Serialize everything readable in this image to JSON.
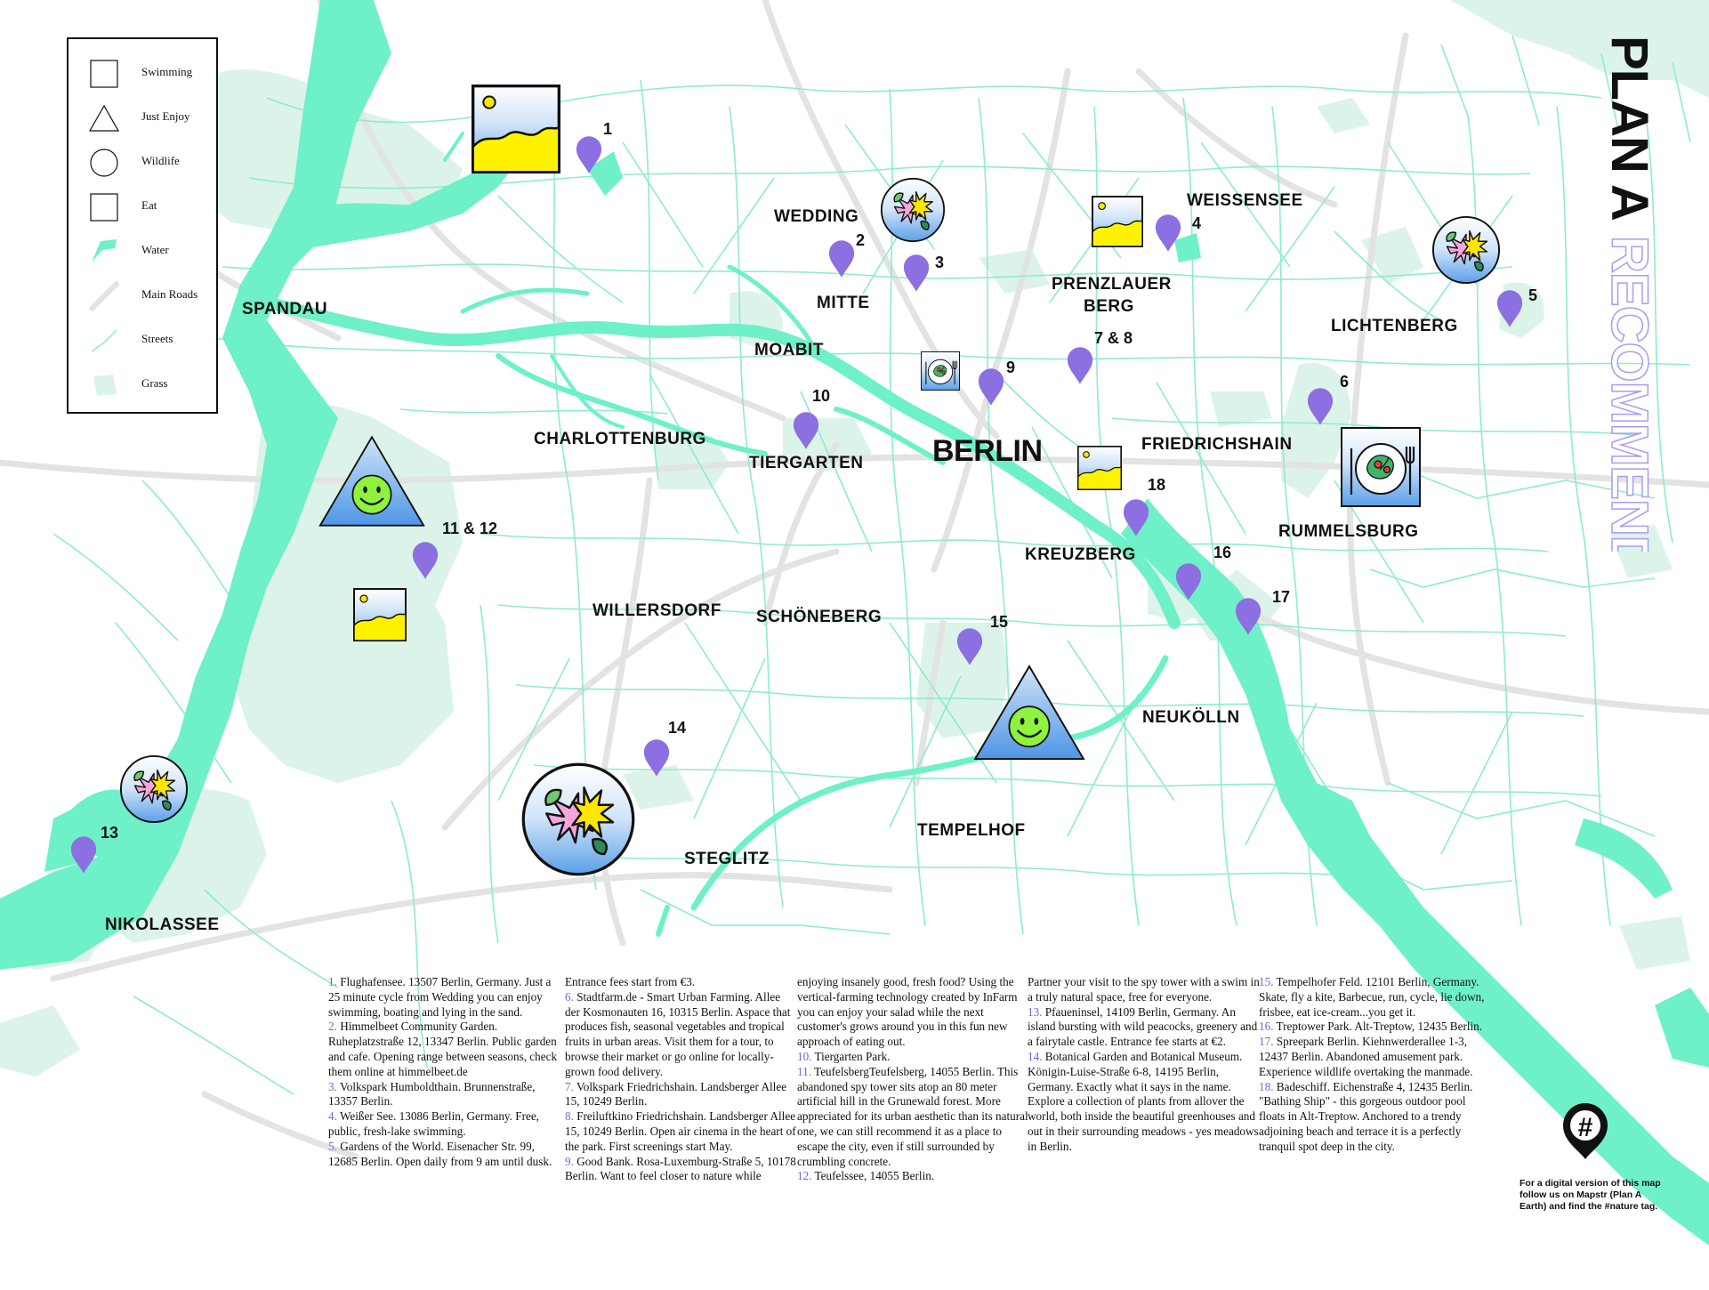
{
  "brand": {
    "name": "PLAN A",
    "tagline": "RECOMMENDS"
  },
  "legend": [
    {
      "label": "Swimming",
      "icon": "swimming-icon"
    },
    {
      "label": "Just Enjoy",
      "icon": "just-enjoy-icon"
    },
    {
      "label": "Wildlife",
      "icon": "wildlife-icon"
    },
    {
      "label": "Eat",
      "icon": "eat-icon"
    },
    {
      "label": "Water",
      "icon": "water-icon"
    },
    {
      "label": "Main Roads",
      "icon": "main-roads-icon"
    },
    {
      "label": "Streets",
      "icon": "streets-icon"
    },
    {
      "label": "Grass",
      "icon": "grass-icon"
    }
  ],
  "city": "BERLIN",
  "districts": [
    "SPANDAU",
    "WEDDING",
    "MITTE",
    "MOABIT",
    "WEISSENSEE",
    "PRENZLAUER",
    "BERG",
    "LICHTENBERG",
    "CHARLOTTENBURG",
    "TIERGARTEN",
    "FRIEDRICHSHAIN",
    "RUMMELSBURG",
    "KREUZBERG",
    "WILLERSDORF",
    "SCHÖNEBERG",
    "NEUKÖLLN",
    "TEMPELHOF",
    "STEGLITZ",
    "NIKOLASSEE"
  ],
  "pins": [
    "1",
    "2",
    "3",
    "4",
    "5",
    "6",
    "7 & 8",
    "9",
    "10",
    "11 & 12",
    "13",
    "14",
    "15",
    "16",
    "17",
    "18"
  ],
  "colors": {
    "water": "#6ef0c8",
    "streets": "#8deccb",
    "grass": "#dcf3e9",
    "roads": "#e3e3e3",
    "pin": "#8c6fe0",
    "accent_num": "#7b5fd6",
    "brand_outline": "#a99df0"
  },
  "notes": {
    "col1": [
      {
        "n": "1.",
        "t": " Flughafensee. 13507 Berlin, Germany. Just a 25 minute cycle from Wedding you can enjoy swimming, boating and lying in the sand."
      },
      {
        "n": "2.",
        "t": " Himmelbeet Community Garden. Ruheplatzstraße 12, 13347 Berlin. Public garden and cafe. Opening range between seasons, check them online at himmelbeet.de"
      },
      {
        "n": "3.",
        "t": " Volkspark Humboldthain. Brunnenstraße, 13357 Berlin."
      },
      {
        "n": "4.",
        "t": " Weißer See. 13086 Berlin, Germany. Free, public, fresh-lake swimming."
      },
      {
        "n": "5.",
        "t": " Gardens of the World. Eisenacher Str. 99, 12685 Berlin. Open daily from 9 am until dusk."
      }
    ],
    "col2": [
      {
        "n": "",
        "t": "Entrance fees start from €3."
      },
      {
        "n": "6.",
        "t": " Stadtfarm.de - Smart Urban Farming. Allee der Kosmonauten 16, 10315 Berlin. Aspace that produces fish, seasonal vegetables and tropical fruits in urban areas. Visit them for a tour, to browse their market or go online for locally-grown food delivery."
      },
      {
        "n": "7.",
        "t": " Volkspark Friedrichshain. Landsberger Allee 15, 10249 Berlin."
      },
      {
        "n": "8.",
        "t": " Freiluftkino Friedrichshain. Landsberger Allee 15, 10249 Berlin. Open air cinema in the heart of the park. First screenings start May."
      },
      {
        "n": "9.",
        "t": " Good Bank. Rosa-Luxemburg-Straße 5, 10178 Berlin. Want to feel closer to nature while"
      }
    ],
    "col3": [
      {
        "n": "",
        "t": "enjoying insanely good, fresh food? Using the vertical-farming technology created by InFarm you can enjoy your salad while the next customer's grows around you in this fun new approach of eating out."
      },
      {
        "n": "10.",
        "t": " Tiergarten Park."
      },
      {
        "n": "11.",
        "t": " TeufelsbergTeufelsberg, 14055 Berlin. This abandoned spy tower sits atop an 80 meter artificial hill in the Grunewald forest. More appreciated for its urban aesthetic than its natural one, we can still recommend it as a place to escape the city, even if still surrounded by crumbling concrete."
      },
      {
        "n": "12.",
        "t": " Teufelssee, 14055 Berlin."
      }
    ],
    "col4": [
      {
        "n": "",
        "t": "Partner your visit to the spy tower with a swim in a truly natural space, free for everyone."
      },
      {
        "n": "13.",
        "t": " Pfaueninsel, 14109 Berlin, Germany. An island bursting with wild peacocks, greenery and a fairytale castle. Entrance fee starts at €2."
      },
      {
        "n": "14.",
        "t": " Botanical Garden and Botanical Museum. Königin-Luise-Straße 6-8, 14195 Berlin, Germany. Exactly what it says in the name. Explore a collection of plants from allover the world, both inside the beautiful greenhouses and out in their surrounding meadows - yes meadows in Berlin."
      }
    ],
    "col5": [
      {
        "n": "15.",
        "t": " Tempelhofer Feld. 12101 Berlin, Germany. Skate, fly a kite, Barbecue, run, cycle, lie down, frisbee, eat ice-cream...you get it."
      },
      {
        "n": "16.",
        "t": " Treptower Park. Alt-Treptow, 12435 Berlin."
      },
      {
        "n": "17.",
        "t": " Spreepark Berlin. Kiehnwerderallee 1-3, 12437 Berlin. Abandoned amusement park. Experience wildlife overtaking the manmade."
      },
      {
        "n": "18.",
        "t": " Badeschiff. Eichenstraße 4, 12435 Berlin. \"Bathing Ship\" - this gorgeous outdoor pool floats in Alt-Treptow. Anchored to a trendy adjoining beach and terrace it is a perfectly tranquil spot deep in the city."
      }
    ]
  },
  "digital_note": "For a digital version of this map follow us on Mapstr (Plan A Earth) and find the #nature tag.",
  "hashtag_symbol": "#"
}
